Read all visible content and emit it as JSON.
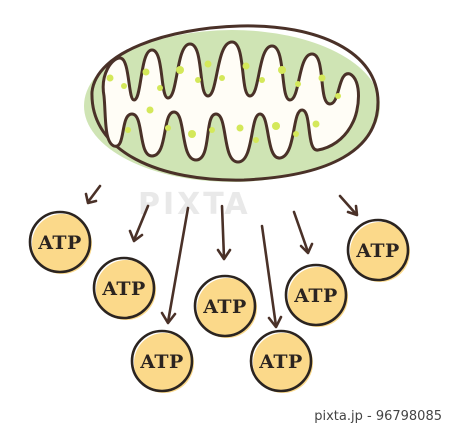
{
  "colors": {
    "membrane_fill": "#cfe4b4",
    "inner_fill": "#fffdf6",
    "line": "#4a3128",
    "dot": "#d4e85a",
    "atp_fill": "#fbd98a",
    "atp_stroke": "#2b2420"
  },
  "molecules": [
    {
      "label": "ATP"
    },
    {
      "label": "ATP"
    },
    {
      "label": "ATP"
    },
    {
      "label": "ATP"
    },
    {
      "label": "ATP"
    },
    {
      "label": "ATP"
    },
    {
      "label": "ATP"
    }
  ],
  "watermark": {
    "text": "PIXTA"
  },
  "credit": {
    "text": "pixta.jp - 96798085"
  }
}
